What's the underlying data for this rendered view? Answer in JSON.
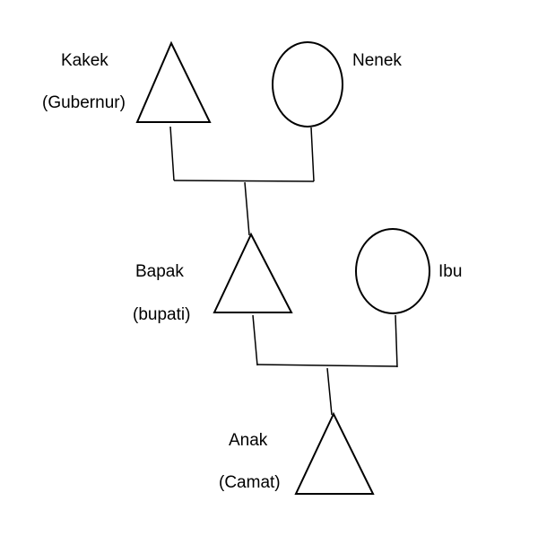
{
  "members": {
    "kakek": {
      "name": "Kakek",
      "role": "(Gubernur)"
    },
    "nenek": {
      "name": "Nenek"
    },
    "bapak": {
      "name": "Bapak",
      "role": "(bupati)"
    },
    "ibu": {
      "name": "Ibu"
    },
    "anak": {
      "name": "Anak",
      "role": "(Camat)"
    }
  },
  "colors": {
    "stroke": "#000000",
    "background": "#ffffff"
  }
}
